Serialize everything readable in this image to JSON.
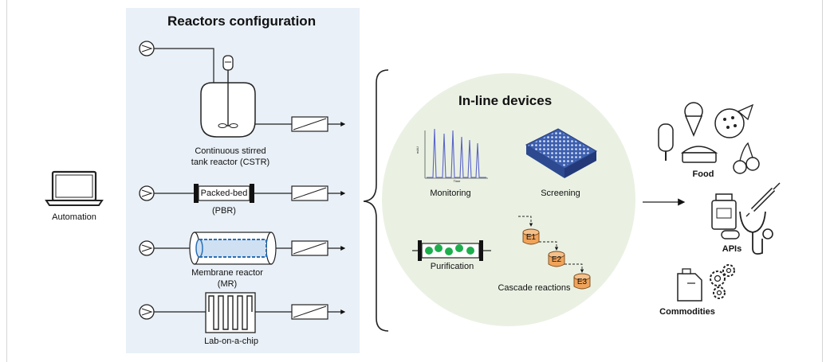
{
  "reactors": {
    "title": "Reactors configuration",
    "cstr_line1": "Continuous stirred",
    "cstr_line2": "tank reactor (CSTR)",
    "packed_bed": "Packed-bed",
    "pbr": "(PBR)",
    "membrane_line1": "Membrane reactor",
    "membrane_line2": "(MR)",
    "lab_on_chip": "Lab-on-a-chip"
  },
  "automation": {
    "label": "Automation"
  },
  "inline": {
    "title": "In-line devices",
    "monitoring": "Monitoring",
    "screening": "Screening",
    "purification": "Purification",
    "cascade": "Cascade reactions",
    "chart_ylabel": "mAU",
    "chart_xlabel": "Time",
    "enzymes": [
      "E1",
      "E2",
      "E3"
    ]
  },
  "outputs": {
    "food": "Food",
    "apis": "APIs",
    "commodities": "Commodities"
  },
  "colors": {
    "panel": "#e9f0f7",
    "circle": "#eaf1e3",
    "membrane": "#2a6fb5",
    "beads": "#1eae4e",
    "enzyme": "#f0a35a",
    "chromatogram": "#5a64c8"
  }
}
